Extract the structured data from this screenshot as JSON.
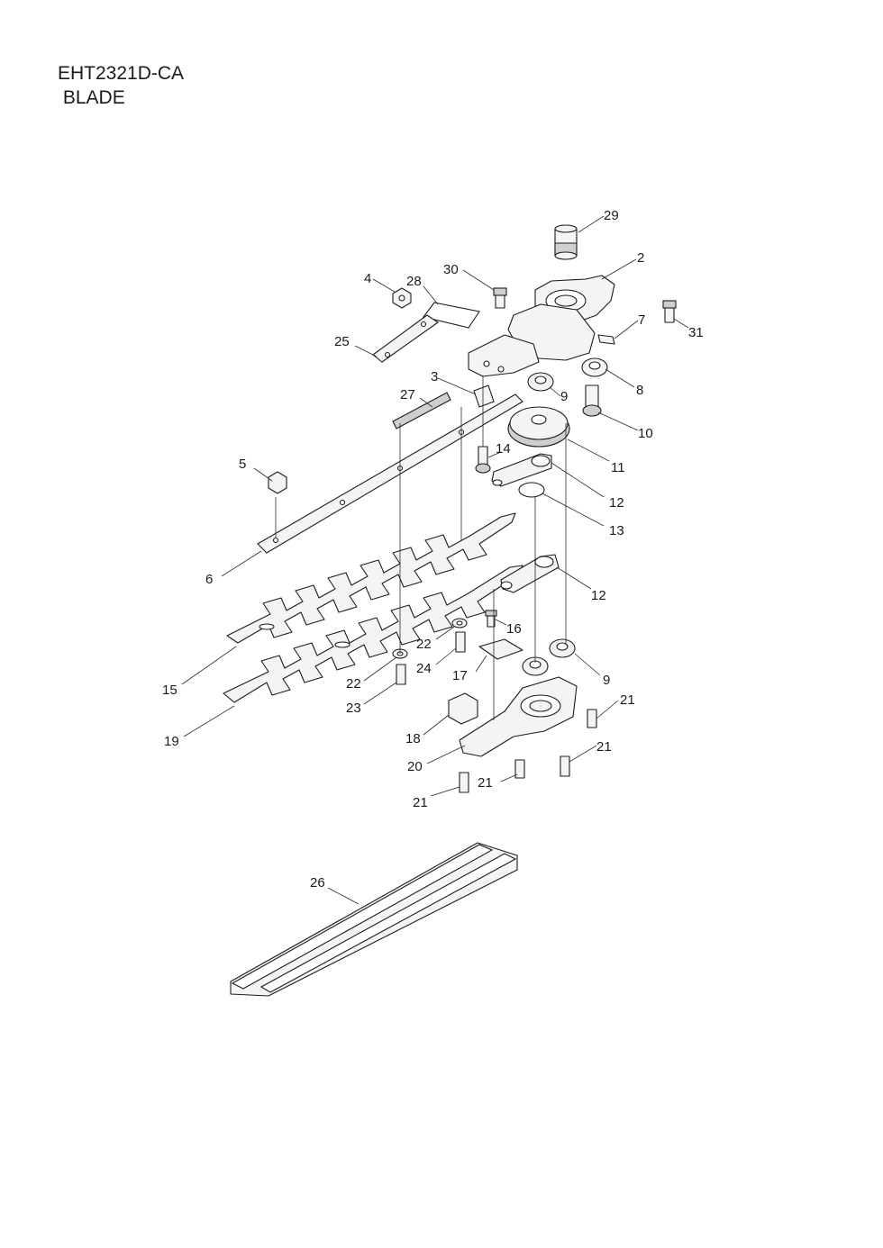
{
  "header": {
    "model": "EHT2321D-CA",
    "section": " BLADE"
  },
  "callouts": [
    {
      "id": "c29",
      "label": "29"
    },
    {
      "id": "c2",
      "label": "2"
    },
    {
      "id": "c30",
      "label": "30"
    },
    {
      "id": "c4",
      "label": "4"
    },
    {
      "id": "c28",
      "label": "28"
    },
    {
      "id": "c7",
      "label": "7"
    },
    {
      "id": "c31",
      "label": "31"
    },
    {
      "id": "c25",
      "label": "25"
    },
    {
      "id": "c3",
      "label": "3"
    },
    {
      "id": "c9a",
      "label": "9"
    },
    {
      "id": "c8",
      "label": "8"
    },
    {
      "id": "c27",
      "label": "27"
    },
    {
      "id": "c10",
      "label": "10"
    },
    {
      "id": "c14",
      "label": "14"
    },
    {
      "id": "c11",
      "label": "11"
    },
    {
      "id": "c5",
      "label": "5"
    },
    {
      "id": "c12a",
      "label": "12"
    },
    {
      "id": "c13",
      "label": "13"
    },
    {
      "id": "c6",
      "label": "6"
    },
    {
      "id": "c12b",
      "label": "12"
    },
    {
      "id": "c16",
      "label": "16"
    },
    {
      "id": "c22a",
      "label": "22"
    },
    {
      "id": "c24",
      "label": "24"
    },
    {
      "id": "c17",
      "label": "17"
    },
    {
      "id": "c9b",
      "label": "9"
    },
    {
      "id": "c15",
      "label": "15"
    },
    {
      "id": "c22b",
      "label": "22"
    },
    {
      "id": "c23",
      "label": "23"
    },
    {
      "id": "c21a",
      "label": "21"
    },
    {
      "id": "c18",
      "label": "18"
    },
    {
      "id": "c19",
      "label": "19"
    },
    {
      "id": "c21b",
      "label": "21"
    },
    {
      "id": "c20",
      "label": "20"
    },
    {
      "id": "c21c",
      "label": "21"
    },
    {
      "id": "c21d",
      "label": "21"
    },
    {
      "id": "c26",
      "label": "26"
    }
  ]
}
